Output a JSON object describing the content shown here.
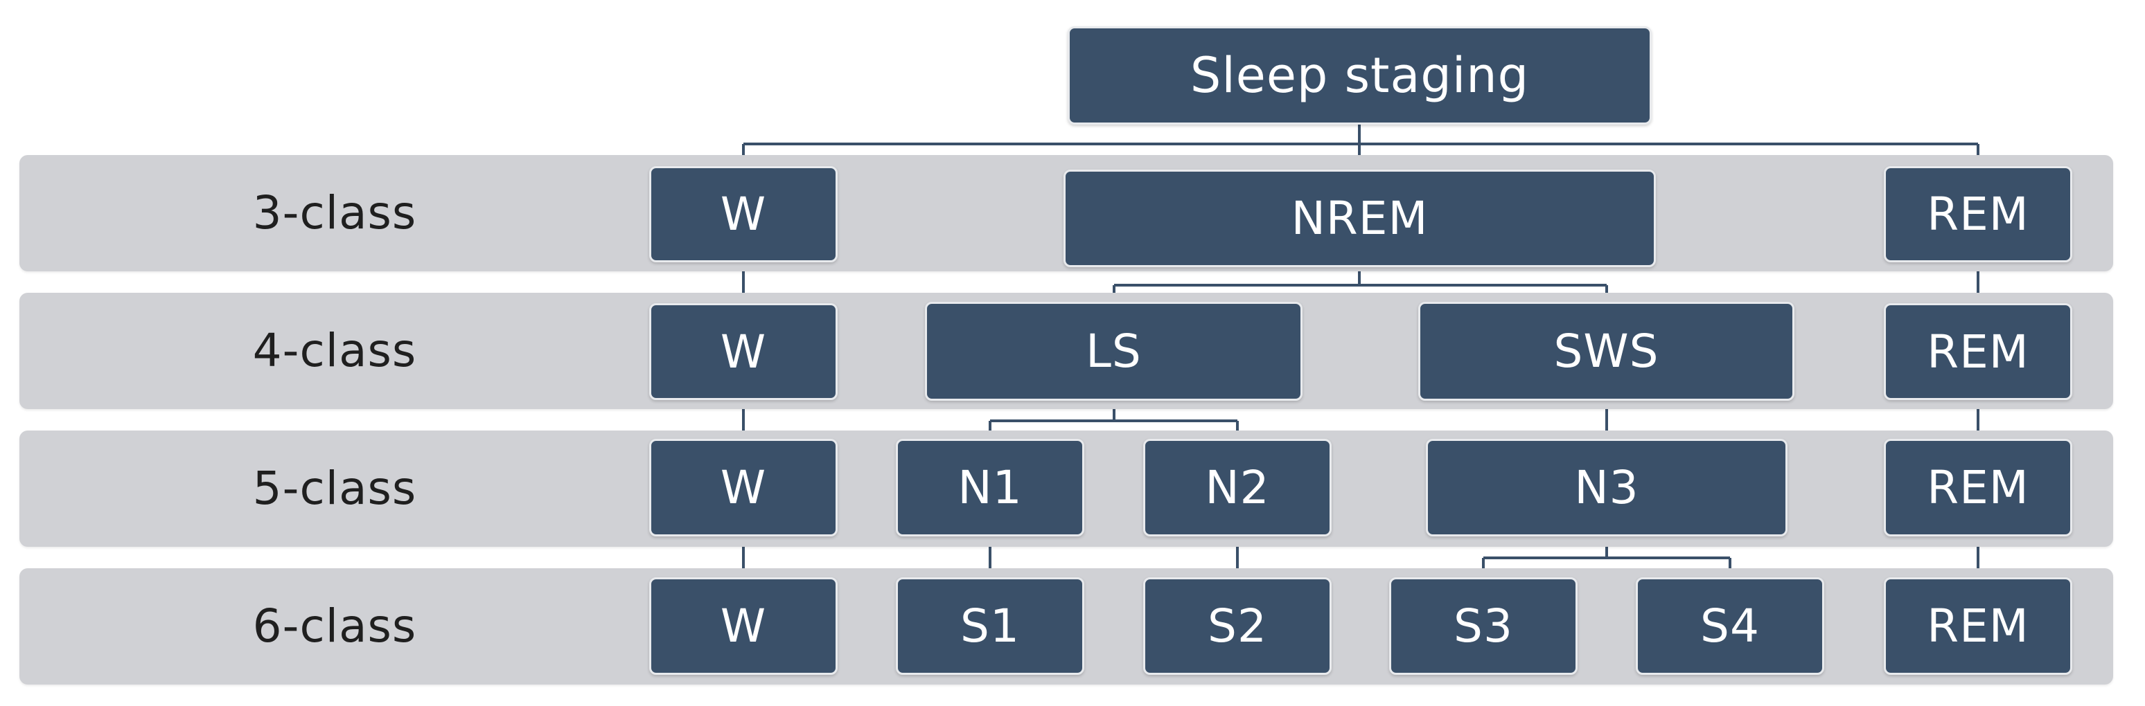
{
  "root": {
    "label": "Sleep staging"
  },
  "rows": [
    {
      "label": "3-class",
      "nodes": [
        "W",
        "NREM",
        "REM"
      ]
    },
    {
      "label": "4-class",
      "nodes": [
        "W",
        "LS",
        "SWS",
        "REM"
      ]
    },
    {
      "label": "5-class",
      "nodes": [
        "W",
        "N1",
        "N2",
        "N3",
        "REM"
      ]
    },
    {
      "label": "6-class",
      "nodes": [
        "W",
        "S1",
        "S2",
        "S3",
        "S4",
        "REM"
      ]
    }
  ],
  "colors": {
    "node_fill": "#3a5069",
    "node_text": "#ffffff",
    "band_fill": "#d0d1d5",
    "connector": "#3a5069"
  }
}
